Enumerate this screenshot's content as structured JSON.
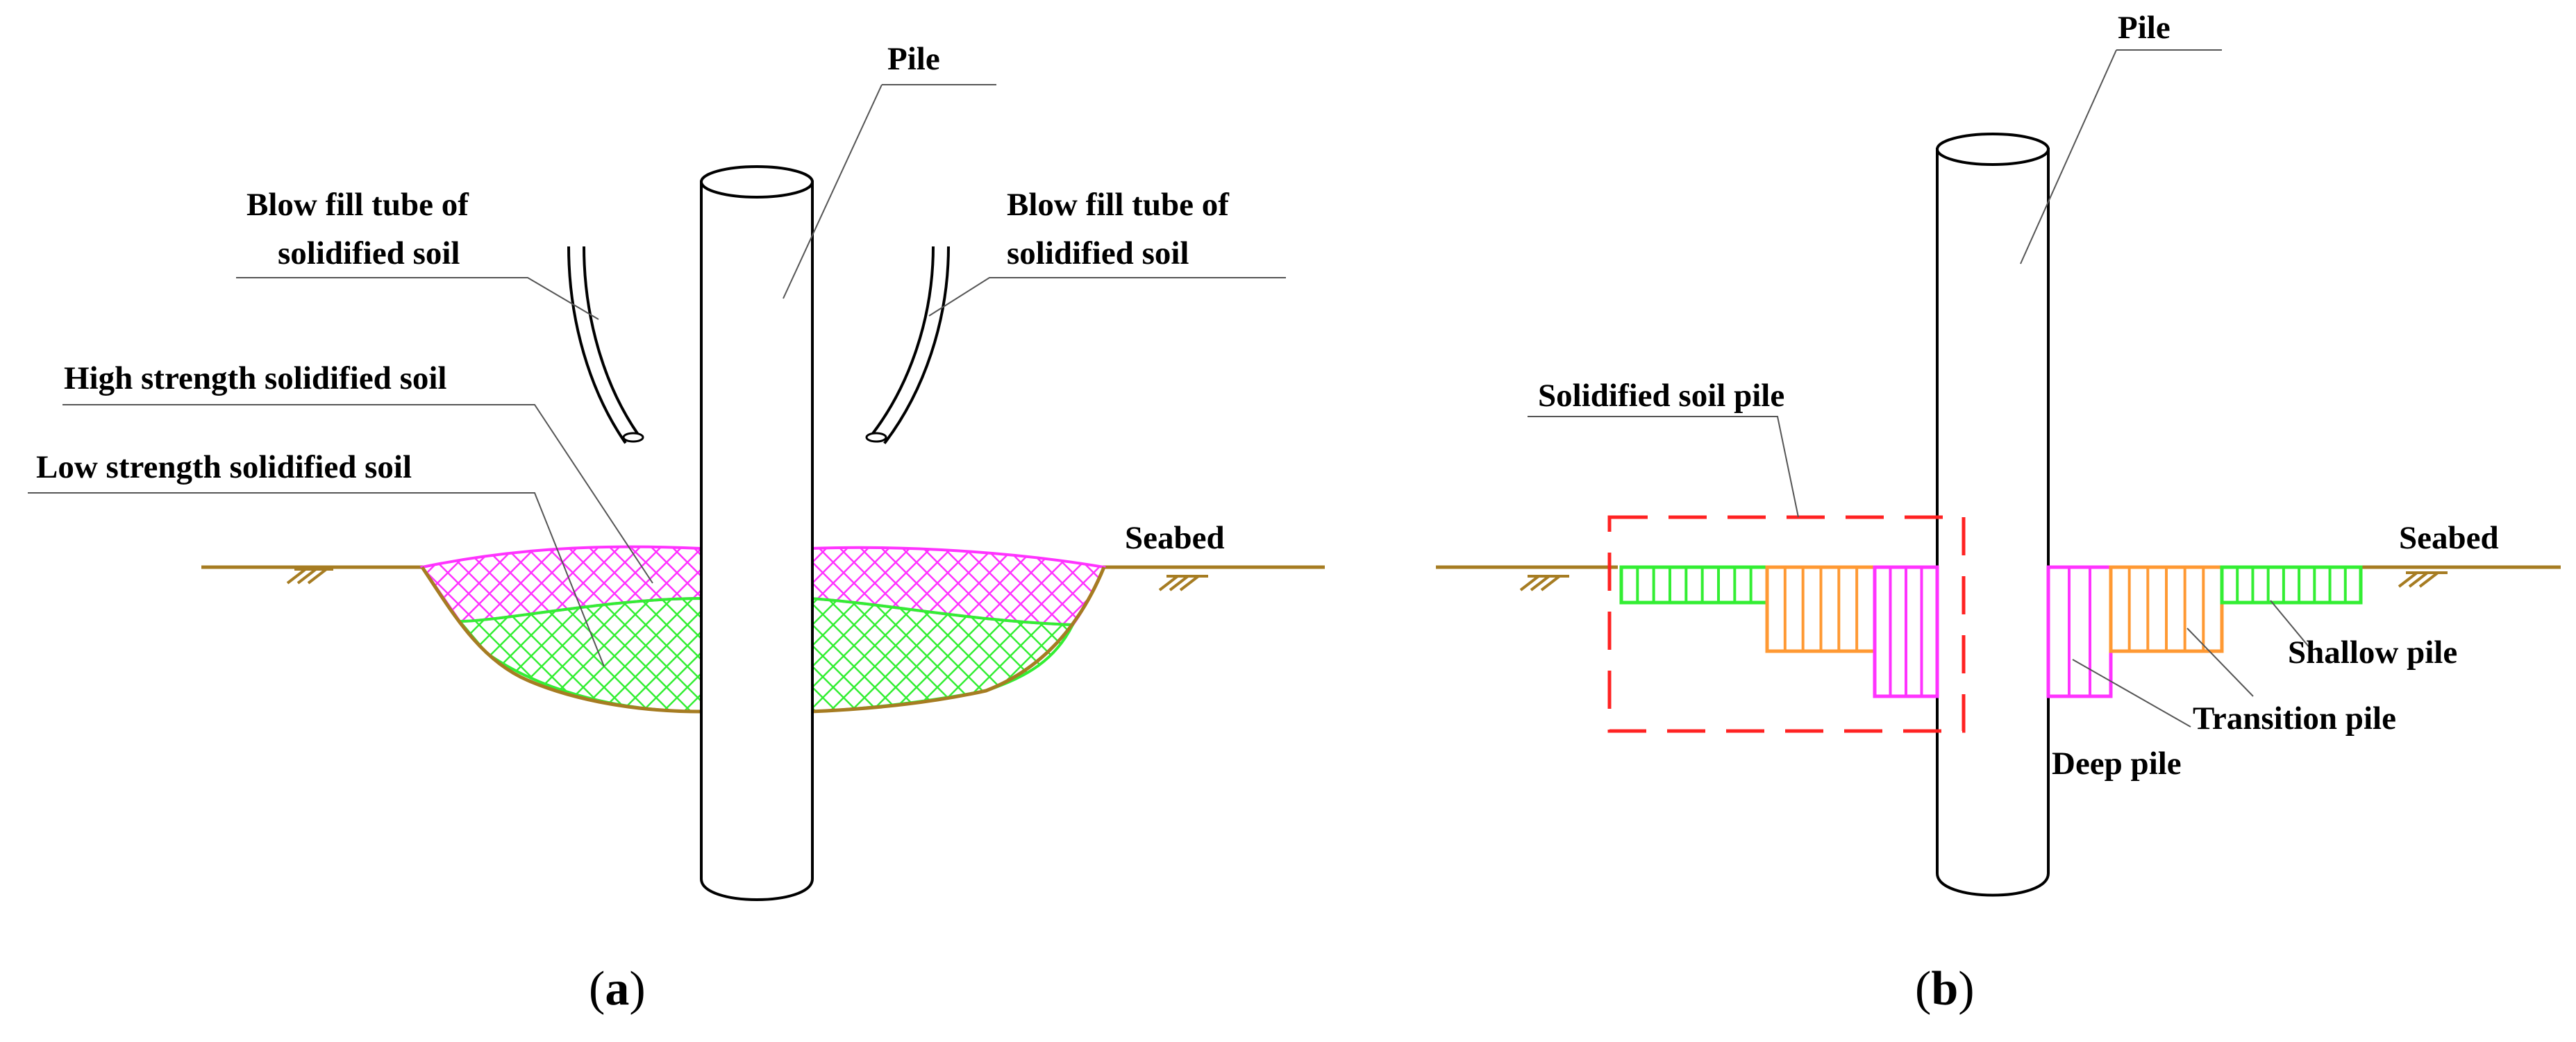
{
  "panel_a": {
    "pile_label": "Pile",
    "tube_left_line1": "Blow fill tube of",
    "tube_left_line2": "solidified soil",
    "tube_right_line1": "Blow fill tube of",
    "tube_right_line2": "solidified soil",
    "high_strength_label": "High strength solidified soil",
    "low_strength_label": "Low strength solidified soil",
    "seabed_label": "Seabed",
    "caption_open": "(",
    "caption_letter": "a",
    "caption_close": ")"
  },
  "panel_b": {
    "pile_label": "Pile",
    "solidified_pile_label": "Solidified soil pile",
    "seabed_label": "Seabed",
    "shallow_label": "Shallow pile",
    "transition_label": "Transition pile",
    "deep_label": "Deep pile",
    "caption_open": "(",
    "caption_letter": "b",
    "caption_close": ")"
  },
  "colors": {
    "high_strength": "#ff33ff",
    "low_strength": "#33ee33",
    "transition": "#ff9933",
    "seabed": "#a67c22",
    "frame": "#ff2222"
  }
}
